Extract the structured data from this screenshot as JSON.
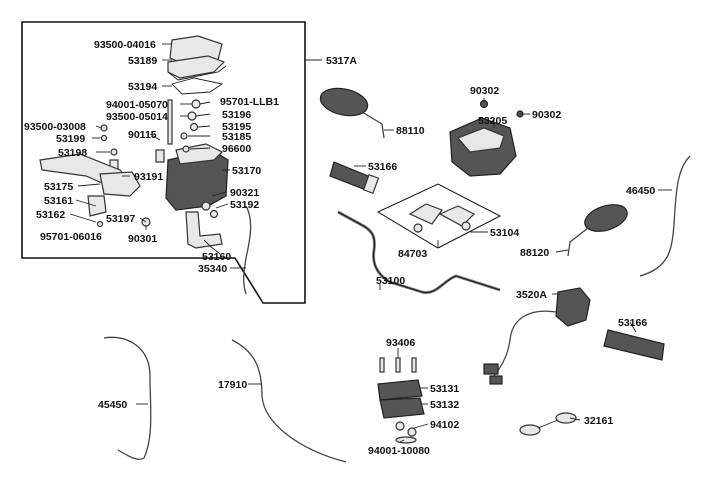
{
  "labels": {
    "p93500_04016": "93500-04016",
    "p53189": "53189",
    "p53194": "53194",
    "p94001_05070": "94001-05070",
    "p95701_llb1": "95701-LLB1",
    "p93500_05014": "93500-05014",
    "p53196": "53196",
    "p93500_03008": "93500-03008",
    "p53195": "53195",
    "p53199": "53199",
    "p90115": "90115",
    "p53185": "53185",
    "p53198": "53198",
    "p96600": "96600",
    "p53170": "53170",
    "p93191": "93191",
    "p53175": "53175",
    "p90321": "90321",
    "p53161": "53161",
    "p53192": "53192",
    "p53162": "53162",
    "p53197": "53197",
    "p95701_06016": "95701-06016",
    "p90301": "90301",
    "p53160": "53160",
    "p35340": "35340",
    "p5317a": "5317A",
    "p88110": "88110",
    "p90302a": "90302",
    "p53205": "53205",
    "p90302b": "90302",
    "p53166a": "53166",
    "p46450": "46450",
    "p53104": "53104",
    "p84703": "84703",
    "p88120": "88120",
    "p53100": "53100",
    "p3520a": "3520A",
    "p53166b": "53166",
    "p93406": "93406",
    "p45450": "45450",
    "p17910": "17910",
    "p53131": "53131",
    "p53132": "53132",
    "p94102": "94102",
    "p32161": "32161",
    "p94001_10080": "94001-10080"
  }
}
